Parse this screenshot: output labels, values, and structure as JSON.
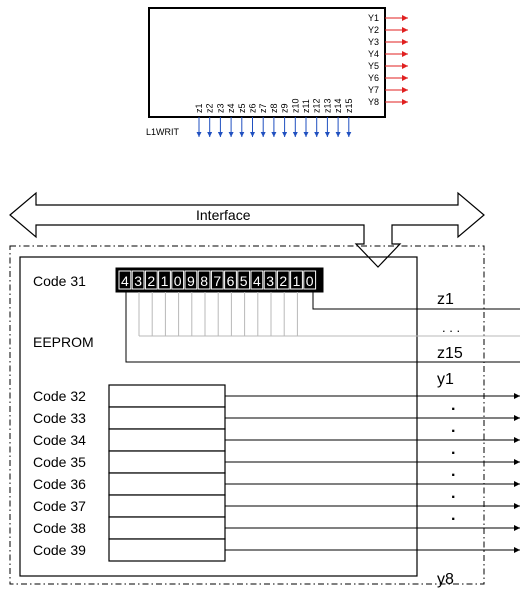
{
  "block": {
    "name": "L1WRIT",
    "inputs": [
      "z1",
      "z2",
      "z3",
      "z4",
      "z5",
      "z6",
      "z7",
      "z8",
      "z9",
      "z10",
      "z11",
      "z12",
      "z13",
      "z14",
      "z15"
    ],
    "outputs": [
      "Y1",
      "Y2",
      "Y3",
      "Y4",
      "Y5",
      "Y6",
      "Y7",
      "Y8"
    ]
  },
  "interface_label": "Interface",
  "memory": {
    "label": "EEPROM",
    "code31_label": "Code 31",
    "code31_bits": [
      "4",
      "3",
      "2",
      "1",
      "0",
      "9",
      "8",
      "7",
      "6",
      "5",
      "4",
      "3",
      "2",
      "1",
      "0"
    ],
    "codes": [
      "Code 32",
      "Code 33",
      "Code 34",
      "Code 35",
      "Code 36",
      "Code 37",
      "Code 38",
      "Code 39"
    ]
  },
  "signals": {
    "z_first": "z1",
    "z_dots": ". . .",
    "z_last": "z15",
    "y_first": "y1",
    "y_dots": [
      "·",
      "·",
      "·",
      "·",
      "·",
      "·"
    ],
    "y_last": "y8"
  },
  "colors": {
    "output_arrow": "#e02020",
    "input_arrow": "#2050c0",
    "line": "#000000",
    "faint": "#b8b8b8"
  }
}
